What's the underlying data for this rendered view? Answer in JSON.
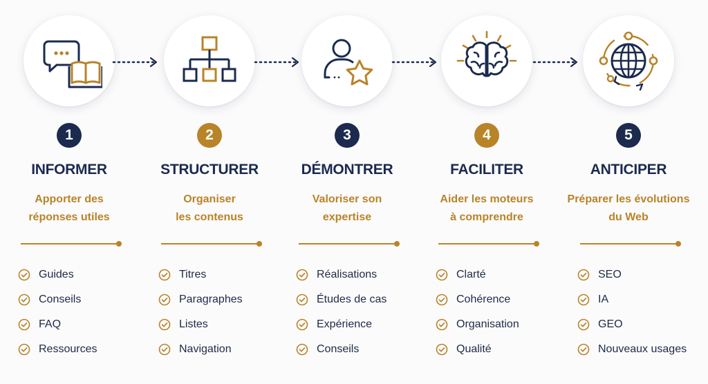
{
  "colors": {
    "navy": "#1b2a4e",
    "gold": "#b98328"
  },
  "steps": [
    {
      "number": "1",
      "icon": "chat-book-icon",
      "title": "INFORMER",
      "subtitle_lines": [
        "Apporter des",
        "réponses utiles"
      ],
      "items": [
        "Guides",
        "Conseils",
        "FAQ",
        "Ressources"
      ]
    },
    {
      "number": "2",
      "icon": "hierarchy-icon",
      "title": "STRUCTURER",
      "subtitle_lines": [
        "Organiser",
        "les contenus"
      ],
      "items": [
        "Titres",
        "Paragraphes",
        "Listes",
        "Navigation"
      ]
    },
    {
      "number": "3",
      "icon": "user-star-icon",
      "title": "DÉMONTRER",
      "subtitle_lines": [
        "Valoriser son",
        "expertise"
      ],
      "items": [
        "Réalisations",
        "Études de cas",
        "Expérience",
        "Conseils"
      ]
    },
    {
      "number": "4",
      "icon": "brain-icon",
      "title": "FACILITER",
      "subtitle_lines": [
        "Aider les moteurs",
        "à comprendre"
      ],
      "items": [
        "Clarté",
        "Cohérence",
        "Organisation",
        "Qualité"
      ]
    },
    {
      "number": "5",
      "icon": "globe-network-icon",
      "title": "ANTICIPER",
      "subtitle_lines": [
        "Préparer les évolutions",
        "du Web"
      ],
      "items": [
        "SEO",
        "IA",
        "GEO",
        "Nouveaux usages"
      ]
    }
  ]
}
